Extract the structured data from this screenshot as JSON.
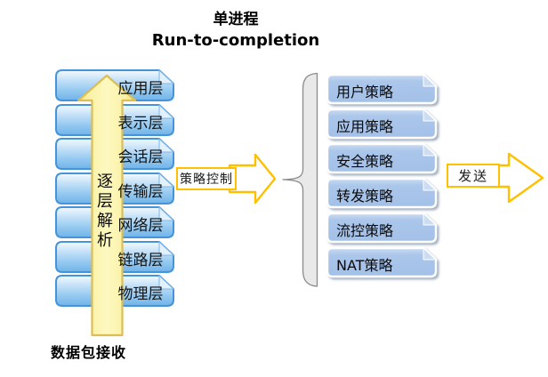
{
  "title": {
    "line1": "单进程",
    "line2": "Run-to-completion"
  },
  "osi_stack": {
    "layers": [
      "应用层",
      "表示层",
      "会话层",
      "传输层",
      "网络层",
      "链路层",
      "物理层"
    ],
    "arrow_label": "逐层解析",
    "receive_label": "数据包接收"
  },
  "flow": {
    "policy_control_label": "策略控制",
    "send_label": "发送"
  },
  "policies": [
    "用户策略",
    "应用策略",
    "安全策略",
    "转发策略",
    "流控策略",
    "NAT策略"
  ],
  "colors": {
    "layer_box_border": "#4493DB",
    "layer_box_fill_top": "#F4FAFE",
    "layer_box_fill_bottom": "#6FB3E9",
    "policy_box_fill": "#A8C4EA",
    "policy_box_border": "#FFFFFF",
    "up_arrow_fill": "#FBF4AC",
    "up_arrow_border": "#DCBE55",
    "flow_arrow_border": "#FFC000",
    "brace_fill": "#E9E9E9",
    "brace_border": "#8A8A8A",
    "text": "#000000"
  }
}
